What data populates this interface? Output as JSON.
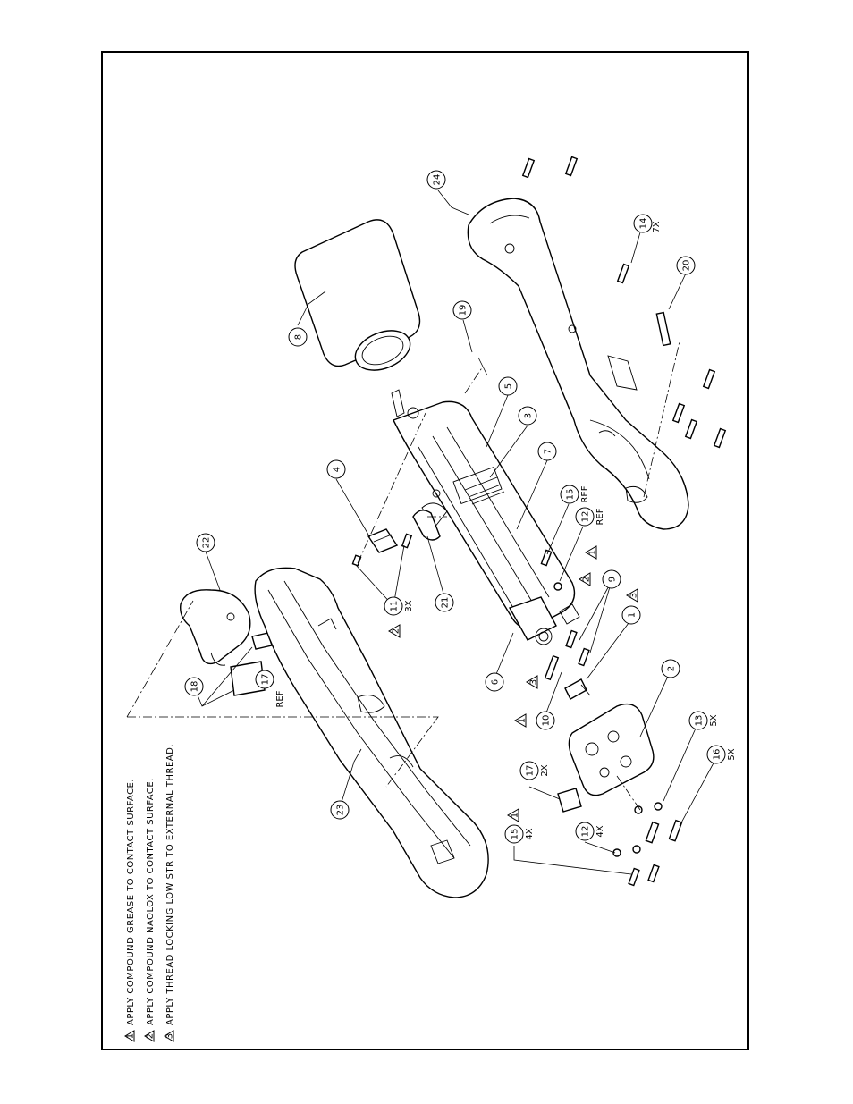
{
  "notes": [
    {
      "mark": "1",
      "text": "APPLY COMPOUND GREASE TO CONTACT SURFACE."
    },
    {
      "mark": "2",
      "text": "APPLY COMPOUND NAOLOX TO CONTACT SURFACE."
    },
    {
      "mark": "3",
      "text": "APPLY THREAD LOCKING LOW STR TO EXTERNAL THREAD."
    }
  ],
  "callouts": [
    {
      "id": "c8",
      "num": "8",
      "qty": ""
    },
    {
      "id": "c24",
      "num": "24",
      "qty": ""
    },
    {
      "id": "c14",
      "num": "14",
      "qty": "7X"
    },
    {
      "id": "c19",
      "num": "19",
      "qty": ""
    },
    {
      "id": "c20",
      "num": "20",
      "qty": ""
    },
    {
      "id": "c5",
      "num": "5",
      "qty": ""
    },
    {
      "id": "c3",
      "num": "3",
      "qty": ""
    },
    {
      "id": "c4",
      "num": "4",
      "qty": ""
    },
    {
      "id": "c7",
      "num": "7",
      "qty": ""
    },
    {
      "id": "c15a",
      "num": "15",
      "qty": "REF"
    },
    {
      "id": "c12a",
      "num": "12",
      "qty": "REF"
    },
    {
      "id": "c22",
      "num": "22",
      "qty": ""
    },
    {
      "id": "c21",
      "num": "21",
      "qty": ""
    },
    {
      "id": "c11",
      "num": "11",
      "qty": "3X"
    },
    {
      "id": "c9",
      "num": "9",
      "qty": ""
    },
    {
      "id": "c1",
      "num": "1",
      "qty": ""
    },
    {
      "id": "c6",
      "num": "6",
      "qty": ""
    },
    {
      "id": "c2",
      "num": "2",
      "qty": ""
    },
    {
      "id": "c18",
      "num": "18",
      "qty": ""
    },
    {
      "id": "c17a",
      "num": "17",
      "qty": "REF"
    },
    {
      "id": "c10",
      "num": "10",
      "qty": ""
    },
    {
      "id": "c13",
      "num": "13",
      "qty": "5X"
    },
    {
      "id": "c16",
      "num": "16",
      "qty": "5X"
    },
    {
      "id": "c17b",
      "num": "17",
      "qty": "2X"
    },
    {
      "id": "c23",
      "num": "23",
      "qty": ""
    },
    {
      "id": "c12b",
      "num": "12",
      "qty": "4X"
    },
    {
      "id": "c15b",
      "num": "15",
      "qty": "4X"
    }
  ],
  "triangles": [
    {
      "id": "t11",
      "mark": "2"
    },
    {
      "id": "t9a",
      "mark": "1"
    },
    {
      "id": "t9b",
      "mark": "2"
    },
    {
      "id": "t1",
      "mark": "3"
    },
    {
      "id": "t6",
      "mark": "3"
    },
    {
      "id": "t10",
      "mark": "1"
    },
    {
      "id": "t15",
      "mark": "1"
    }
  ]
}
